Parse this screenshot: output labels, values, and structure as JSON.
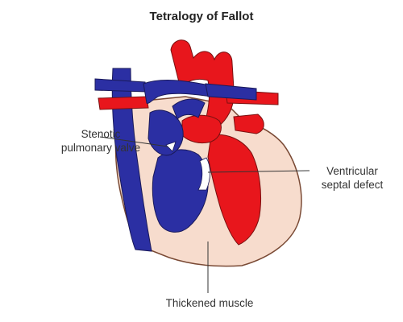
{
  "title": "Tetralogy of Fallot",
  "labels": {
    "stenotic_pulmonary_valve": [
      "Stenotic",
      "pulmonary valve"
    ],
    "ventricular_septal_defect": [
      "Ventricular",
      "septal defect"
    ],
    "thickened_muscle": "Thickened muscle"
  },
  "colors": {
    "oxygenated": "#e8161c",
    "deoxygenated": "#2b2fa3",
    "muscle": "#f7dccd",
    "outline": "#7a4a35"
  }
}
